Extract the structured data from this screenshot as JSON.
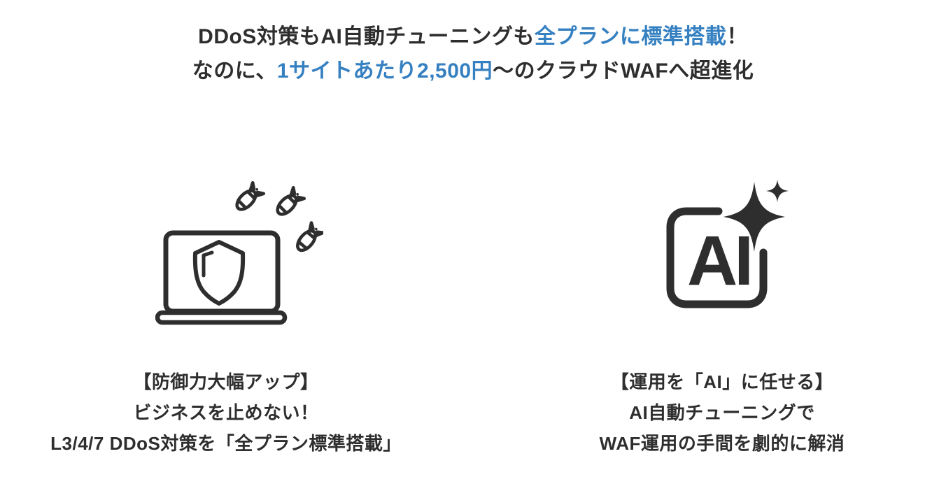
{
  "colors": {
    "background": "#ffffff",
    "text_dark": "#2e2e2e",
    "accent_blue": "#3580c1",
    "icon_stroke": "#2e2e2e"
  },
  "headline": {
    "line1": {
      "pre": "DDoS対策もAI自動チューニングも",
      "highlight": "全プランに標準搭載",
      "post": "！"
    },
    "line2": {
      "pre": "なのに、",
      "highlight": "1サイトあたり2,500円",
      "post": "〜のクラウドWAFへ超進化"
    }
  },
  "features": {
    "left": {
      "icon": "laptop-shield-bombs",
      "caption": [
        "【防御力大幅アップ】",
        "ビジネスを止めない！",
        "L3/4/7 DDoS対策を「全プラン標準搭載」"
      ]
    },
    "right": {
      "icon": "ai-sparkle-badge",
      "badge_label": "AI",
      "caption": [
        "【運用を「AI」に任せる】",
        "AI自動チューニングで",
        "WAF運用の手間を劇的に解消"
      ]
    }
  }
}
